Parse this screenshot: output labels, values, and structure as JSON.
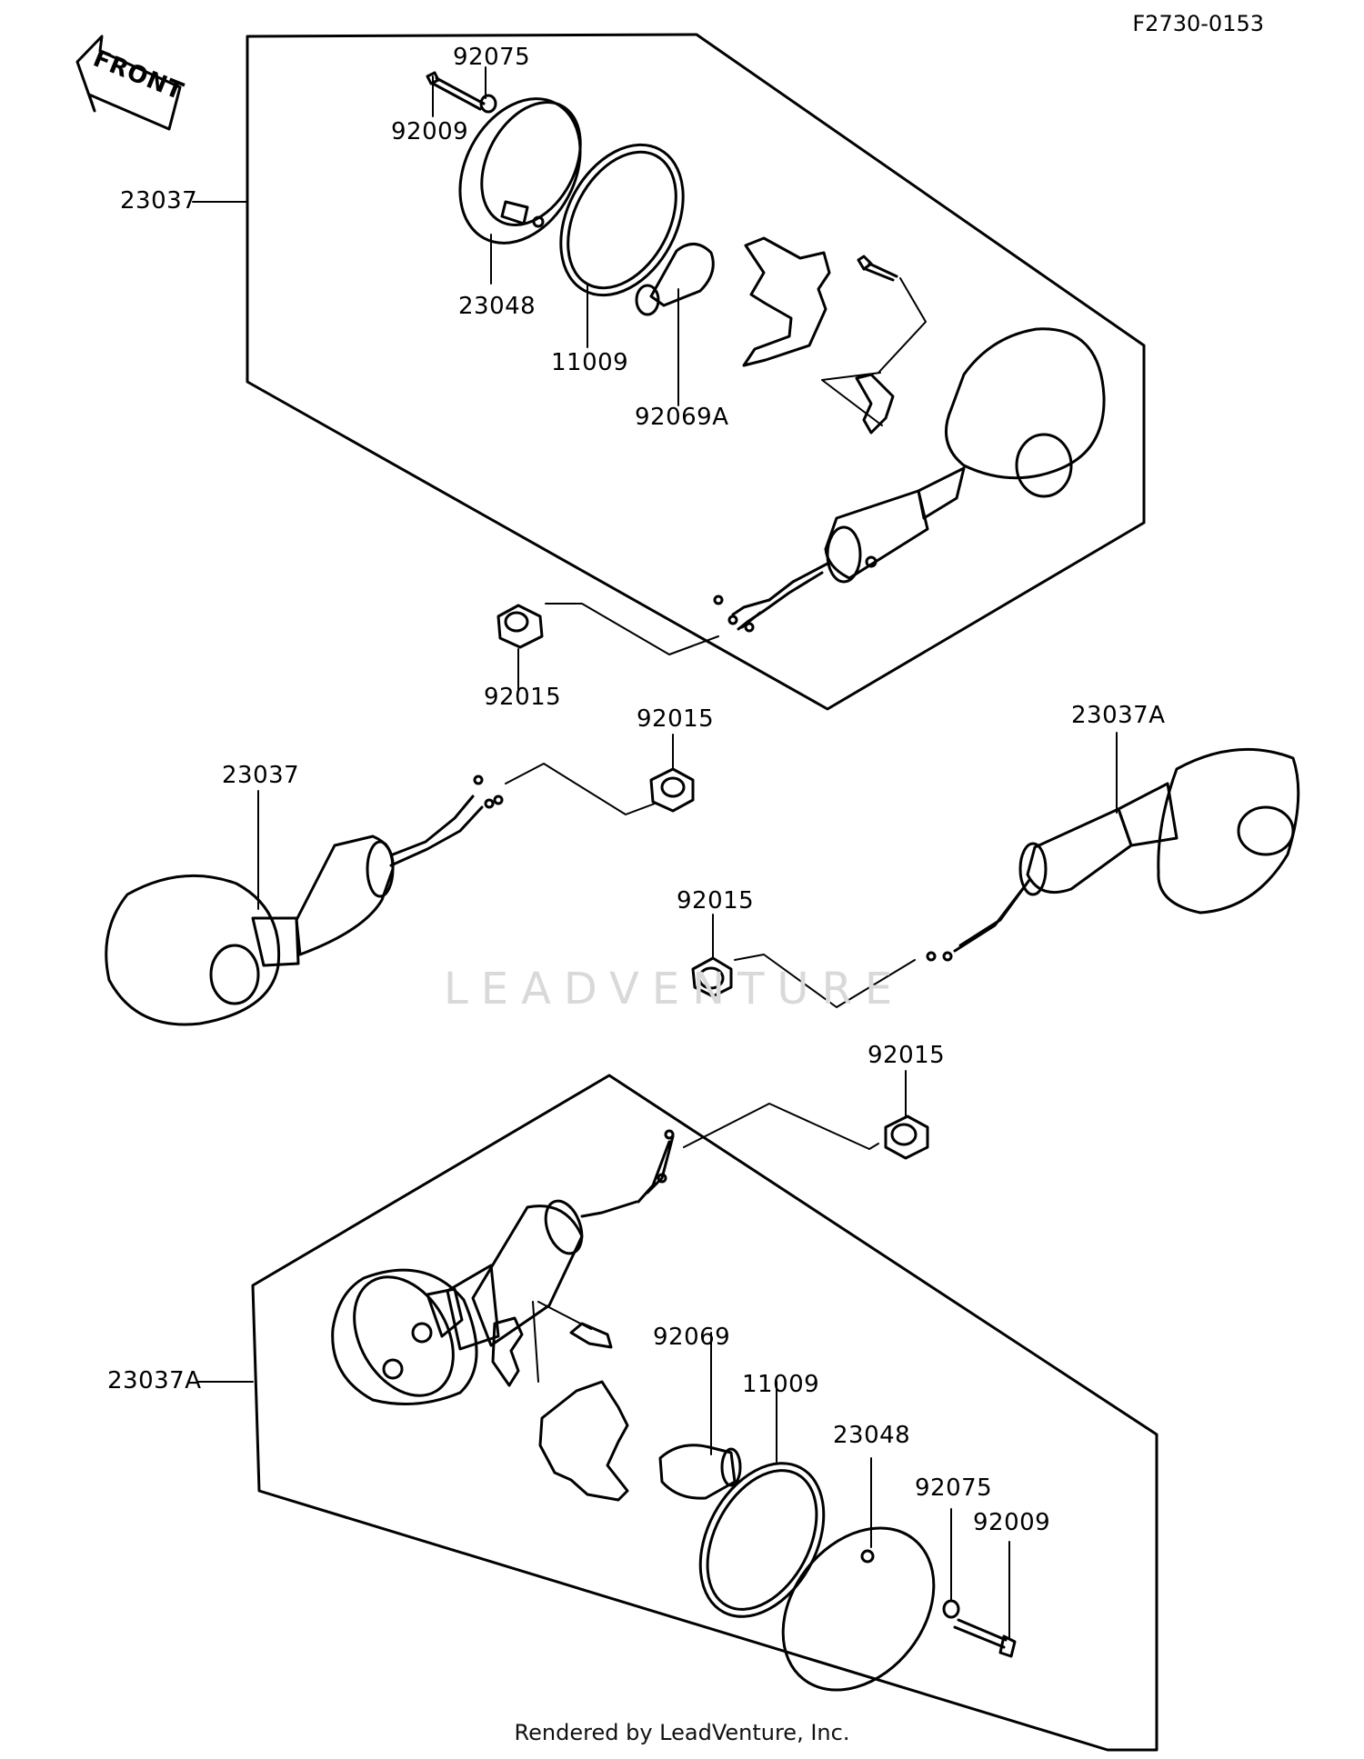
{
  "diagram_code": "F2730-0153",
  "front_marker": "FRONT",
  "watermark": "LEADVENTURE",
  "footer": "Rendered by LeadVenture, Inc.",
  "callouts": {
    "top_92075": "92075",
    "top_92009": "92009",
    "top_23037": "23037",
    "top_23048": "23048",
    "top_11009": "11009",
    "top_92069A": "92069A",
    "nut_1": "92015",
    "nut_2": "92015",
    "left_23037": "23037",
    "right_23037A": "23037A",
    "nut_3": "92015",
    "nut_4": "92015",
    "bottom_23037A": "23037A",
    "bottom_92069": "92069",
    "bottom_11009": "11009",
    "bottom_23048": "23048",
    "bottom_92075": "92075",
    "bottom_92009": "92009"
  }
}
